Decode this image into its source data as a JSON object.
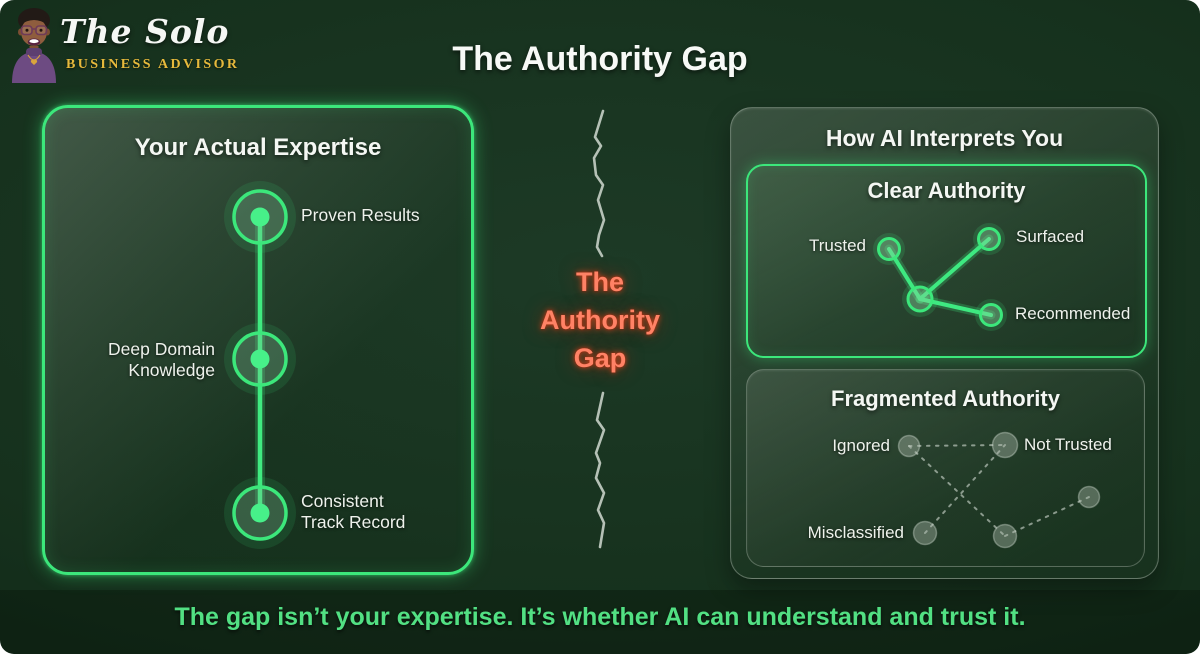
{
  "colors": {
    "background_green": "#15301c",
    "accent_green": "#3ce77b",
    "gap_red": "#ff8265",
    "tagline_green": "#52e083",
    "brand_gold": "#e6b93c"
  },
  "logo": {
    "script_text": "The Solo",
    "subtitle": "BUSINESS ADVISOR"
  },
  "header": {
    "title": "The Authority Gap"
  },
  "left_panel": {
    "title": "Your Actual Expertise",
    "nodes": [
      {
        "label": "Proven Results",
        "lines": [
          "Proven Results"
        ]
      },
      {
        "label": "Deep Domain Knowledge",
        "lines": [
          "Deep Domain",
          "Knowledge"
        ]
      },
      {
        "label": "Consistent Track Record",
        "lines": [
          "Consistent",
          "Track Record"
        ]
      }
    ]
  },
  "center": {
    "gap_label_lines": [
      "The",
      "Authority",
      "Gap"
    ]
  },
  "right_panel": {
    "title": "How AI Interprets You",
    "clear_authority": {
      "title": "Clear Authority",
      "labels": {
        "trusted": "Trusted",
        "surfaced": "Surfaced",
        "recommended": "Recommended"
      }
    },
    "fragmented_authority": {
      "title": "Fragmented Authority",
      "labels": {
        "ignored": "Ignored",
        "not_trusted": "Not Trusted",
        "misclassified": "Misclassified"
      }
    }
  },
  "footer": {
    "tagline": "The gap isn’t your expertise. It’s whether AI can understand and trust it."
  }
}
